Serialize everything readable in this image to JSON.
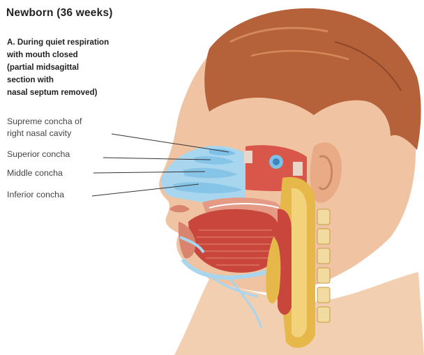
{
  "title": "Newborn (36 weeks)",
  "caption": {
    "lines": [
      "A. During quiet respiration",
      "with mouth closed",
      "(partial midsagittal",
      "section with",
      "nasal septum removed)"
    ]
  },
  "labels": {
    "supreme_line1": "Supreme concha of",
    "supreme_line2": "right nasal cavity",
    "superior": "Superior concha",
    "middle": "Middle concha",
    "inferior": "Inferior concha"
  },
  "colors": {
    "skin": "#f0c4a3",
    "hair": "#b5623a",
    "mucosa_blue": "#a9d6ef",
    "tissue_red": "#c8463c",
    "cartilage_yellow": "#e6b84a"
  }
}
